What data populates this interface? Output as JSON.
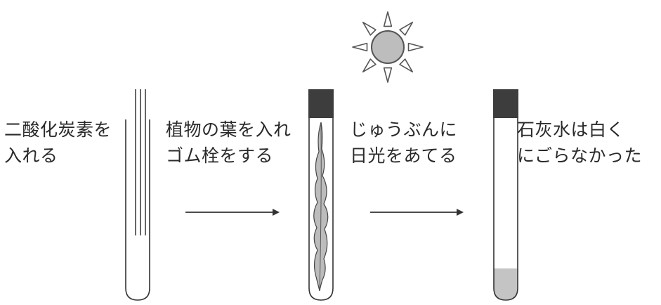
{
  "steps": [
    {
      "lines": [
        "二酸化炭素を",
        "入れる"
      ]
    },
    {
      "lines": [
        "植物の葉を入れ",
        "ゴム栓をする"
      ]
    },
    {
      "lines": [
        "じゅうぶんに",
        "日光をあてる"
      ]
    },
    {
      "lines": [
        "石灰水は白く",
        "にごらなかった"
      ]
    }
  ],
  "icons": {
    "sun": "sun-icon",
    "arrow": "right-arrow-icon",
    "tube": "test-tube-icon",
    "stopper": "rubber-stopper-icon",
    "leaf": "leaf-icon"
  },
  "colors": {
    "stroke": "#333333",
    "stopper": "#3d3d3d",
    "sun_fill": "#bdbdbd",
    "sun_stroke": "#555555",
    "leaf_fill": "#bcbcbc",
    "limewater": "#c4c4c4",
    "text": "#2a2a2a"
  }
}
